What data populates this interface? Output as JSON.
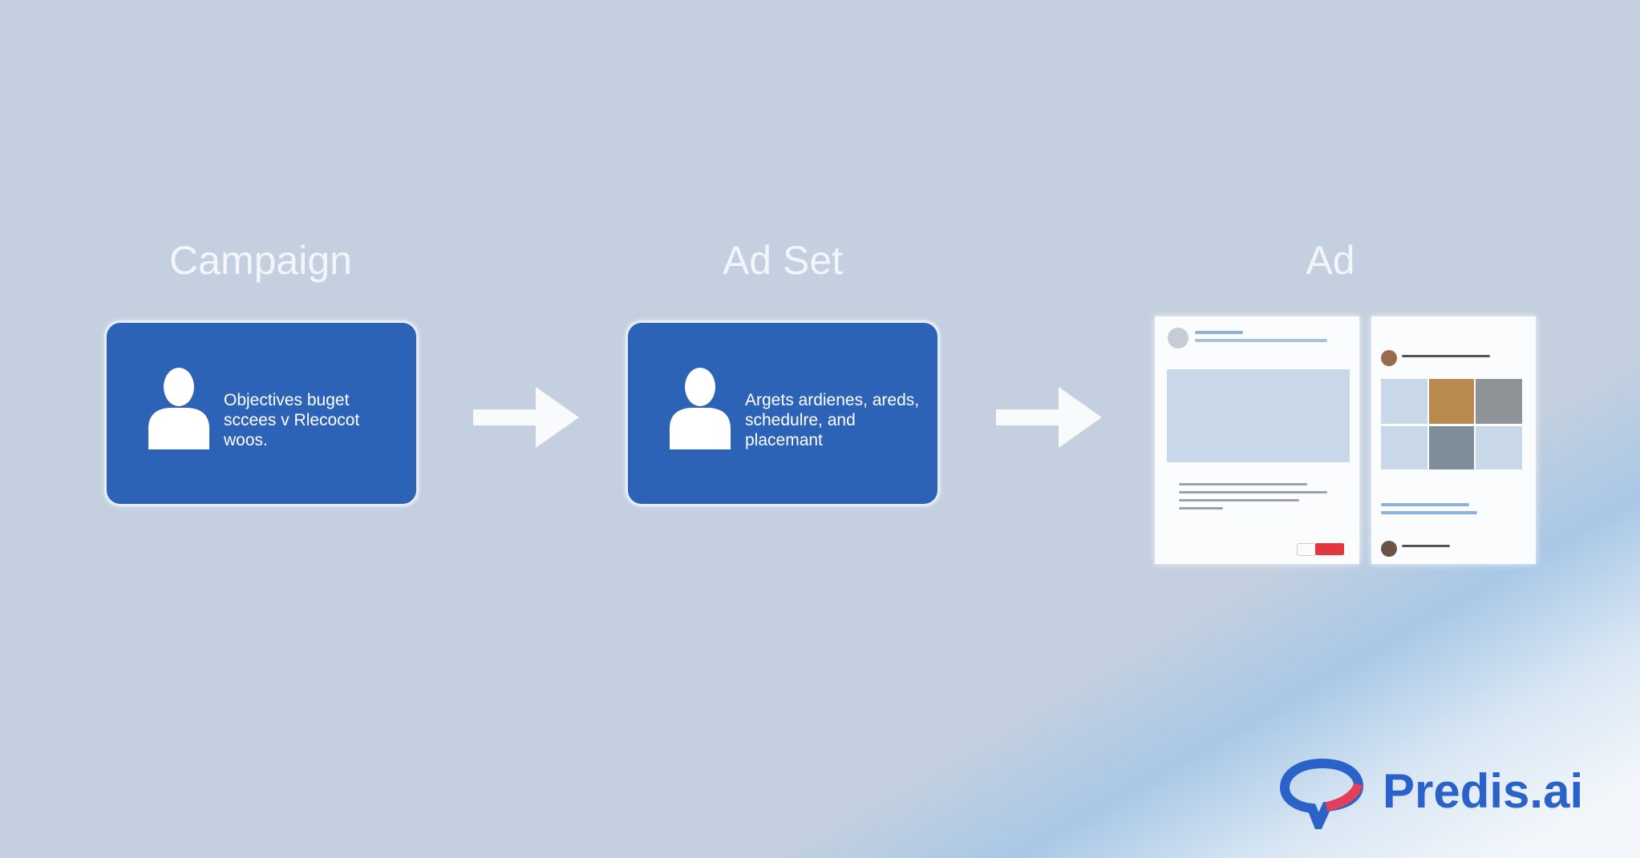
{
  "steps": [
    {
      "title": "Campaign",
      "description": "Objectives buget sccees v Rlecocot woos.",
      "icon": "person-icon"
    },
    {
      "title": "Ad Set",
      "description": "Argets ardienes, areds, schedulre, and placemant",
      "icon": "person-icon"
    },
    {
      "title": "Ad",
      "icon": "ad-preview-mockups"
    }
  ],
  "arrows": [
    "arrow-right-icon",
    "arrow-right-icon"
  ],
  "logo": {
    "text": "Predis.ai",
    "icon": "speech-bubble-logo-icon"
  },
  "colors": {
    "background": "#c4d0df",
    "box": "#2d63b6",
    "logo": "#2a62c9",
    "accent_red": "#e0383e"
  }
}
